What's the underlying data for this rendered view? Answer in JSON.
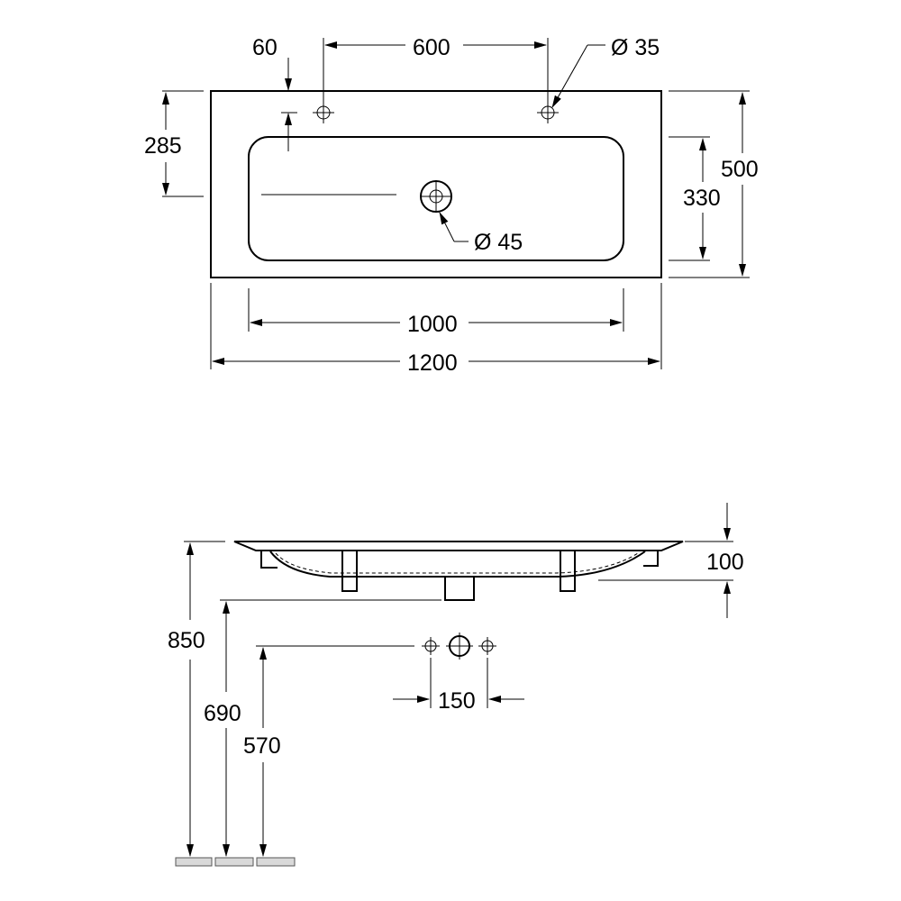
{
  "top_view": {
    "dim_tap_offset": "60",
    "dim_tap_spacing": "600",
    "dim_tap_hole": "Ø 35",
    "dim_tap_depth": "285",
    "dim_total_depth": "500",
    "dim_bowl_depth": "330",
    "dim_waste": "Ø 45",
    "dim_bowl_width": "1000",
    "dim_total_width": "1200"
  },
  "side_view": {
    "dim_thickness": "100",
    "dim_rim_height": "850",
    "dim_underside_height": "690",
    "dim_supply_height": "570",
    "dim_supply_spacing": "150"
  }
}
